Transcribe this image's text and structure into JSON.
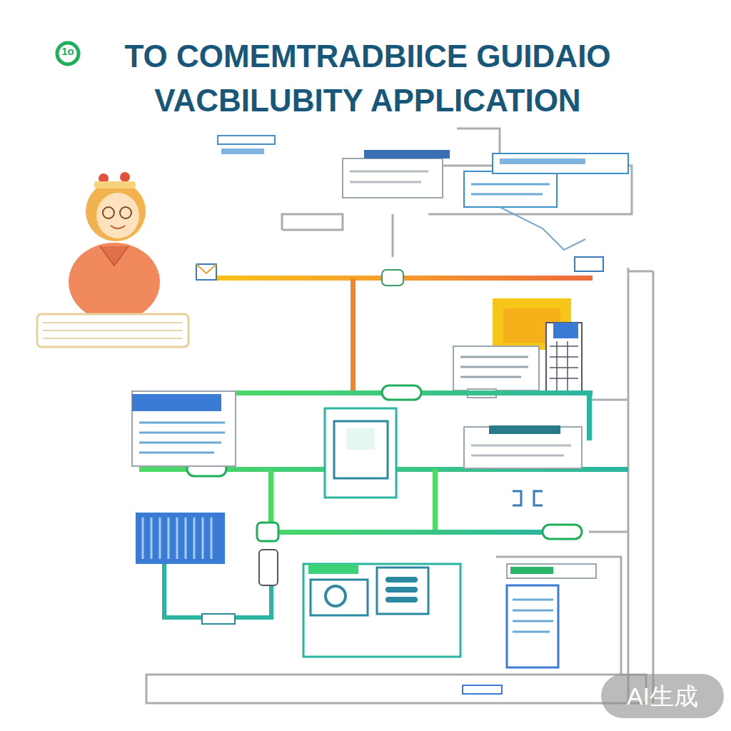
{
  "diagram": {
    "title": "TO COMEMTRADBIICE GUIDAIO VACBILUBITY APPLICATION",
    "labels": [
      "1o",
      "AI生成"
    ]
  }
}
